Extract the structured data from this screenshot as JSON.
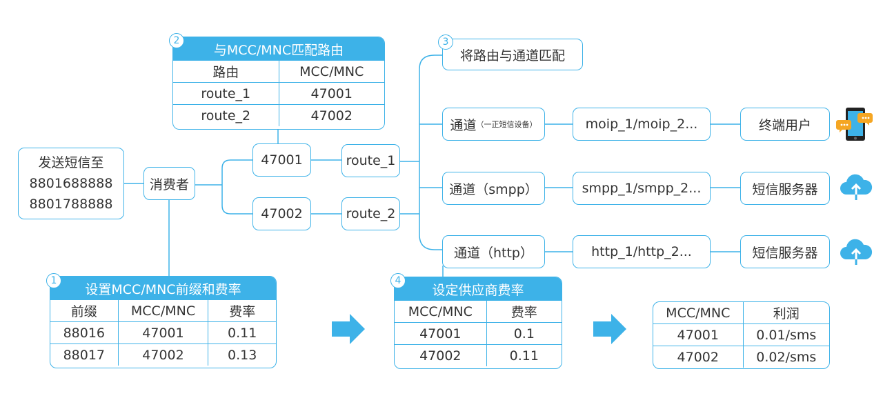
{
  "colors": {
    "accent": "#3db2e8",
    "icon_orange": "#f5a623",
    "icon_dark": "#222222"
  },
  "sender": {
    "label": "发送短信至",
    "number1": "8801688888",
    "number2": "8801788888"
  },
  "consumer": "消费者",
  "step1": {
    "badge": "1",
    "title": "设置MCC/MNC前缀和费率",
    "headers": [
      "前缀",
      "MCC/MNC",
      "费率"
    ],
    "rows": [
      [
        "88016",
        "47001",
        "0.11"
      ],
      [
        "88017",
        "47002",
        "0.13"
      ]
    ]
  },
  "step2": {
    "badge": "2",
    "title": "与MCC/MNC匹配路由",
    "headers": [
      "路由",
      "MCC/MNC"
    ],
    "rows": [
      [
        "route_1",
        "47001"
      ],
      [
        "route_2",
        "47002"
      ]
    ]
  },
  "step3": {
    "badge": "3",
    "label": "将路由与通道匹配"
  },
  "step4": {
    "badge": "4",
    "title": "设定供应商费率",
    "headers": [
      "MCC/MNC",
      "费率"
    ],
    "rows": [
      [
        "47001",
        "0.1"
      ],
      [
        "47002",
        "0.11"
      ]
    ]
  },
  "profit": {
    "headers": [
      "MCC/MNC",
      "利润"
    ],
    "rows": [
      [
        "47001",
        "0.01/sms"
      ],
      [
        "47002",
        "0.02/sms"
      ]
    ]
  },
  "mcc_nodes": [
    "47001",
    "47002"
  ],
  "route_nodes": [
    "route_1",
    "route_2"
  ],
  "channels": [
    {
      "label": "通道",
      "note": "（一正短信设备）",
      "connection": "moip_1/moip_2...",
      "dest": "终端用户",
      "icon": "phone-chat-icon"
    },
    {
      "label": "通道（smpp）",
      "note": "",
      "connection": "smpp_1/smpp_2...",
      "dest": "短信服务器",
      "icon": "cloud-upload-icon"
    },
    {
      "label": "通道（http）",
      "note": "",
      "connection": "http_1/http_2...",
      "dest": "短信服务器",
      "icon": "cloud-upload-icon"
    }
  ]
}
